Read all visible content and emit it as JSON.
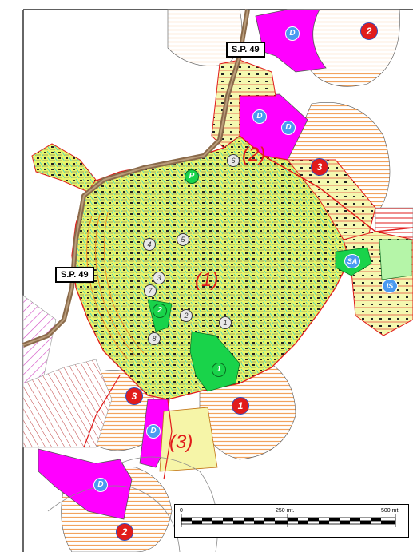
{
  "roads": {
    "top_label": "S.P. 49",
    "left_label": "S.P. 49"
  },
  "zones": {
    "central_1": "(1)",
    "central_2": "(2)",
    "south_3": "(3)"
  },
  "markers_red": {
    "top_right_2": "2",
    "right_3": "3",
    "bottom_1": "1",
    "left_3": "3",
    "bottom_2": "2"
  },
  "markers_blue": {
    "d_top": "D",
    "d_mid_left": "D",
    "d_mid_right": "D",
    "d_south": "D",
    "d_bottom_left": "D",
    "sa": "SA",
    "is": "IS"
  },
  "markers_green": {
    "p": "P",
    "g2": "2",
    "g1": "1"
  },
  "markers_numbered": {
    "n6": "6",
    "n5": "5",
    "n4": "4",
    "n3": "3",
    "n7": "7",
    "n2": "2",
    "n8": "8",
    "n1": "1"
  },
  "scale": {
    "start": "0",
    "mid": "250 mt.",
    "end": "500 mt."
  },
  "colors": {
    "residential_yellow": "#e9f56a",
    "green_area": "#19d34a",
    "magenta_zone": "#ff00ff",
    "hatch_orange": "#f2a35e",
    "road_brown": "#8a6a4a",
    "boundary_red": "#e11b1b"
  }
}
